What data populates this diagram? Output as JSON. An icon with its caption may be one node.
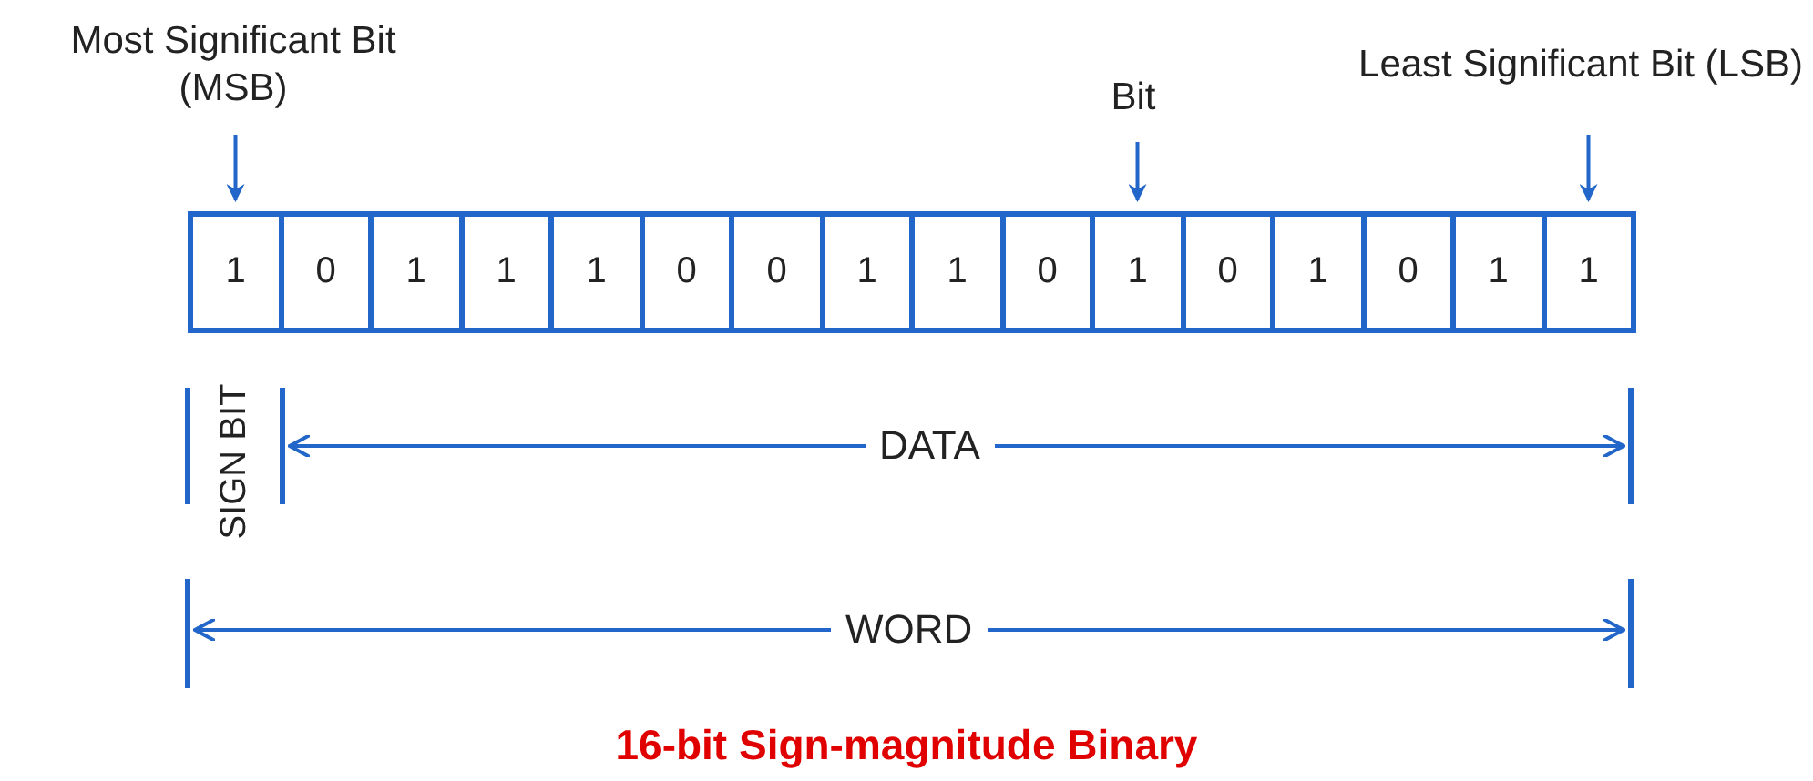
{
  "diagram": {
    "caption": "16-bit Sign-magnitude Binary",
    "nodes": [
      {
        "text": [
          "Most Significant Bit (MSB)"
        ]
      },
      {
        "text": [
          "Bit"
        ]
      },
      {
        "text": [
          "Least Significant Bit (LSB)"
        ]
      },
      {
        "text": [
          "1"
        ]
      },
      {
        "text": [
          "0"
        ]
      },
      {
        "text": [
          "1"
        ]
      },
      {
        "text": [
          "1"
        ]
      },
      {
        "text": [
          "1"
        ]
      },
      {
        "text": [
          "0"
        ]
      },
      {
        "text": [
          "0"
        ]
      },
      {
        "text": [
          "1"
        ]
      },
      {
        "text": [
          "1"
        ]
      },
      {
        "text": [
          "0"
        ]
      },
      {
        "text": [
          "1"
        ]
      },
      {
        "text": [
          "0"
        ]
      },
      {
        "text": [
          "1"
        ]
      },
      {
        "text": [
          "0"
        ]
      },
      {
        "text": [
          "1"
        ]
      },
      {
        "text": [
          "1"
        ]
      }
    ],
    "edges": [
      {
        "from": 0,
        "to": 3,
        "arrow": "to"
      },
      {
        "from": 1,
        "to": 13,
        "arrow": "to"
      },
      {
        "from": 2,
        "to": 18,
        "arrow": "to"
      }
    ],
    "labels": [
      "SIGN BIT",
      "DATA",
      "WORD"
    ]
  }
}
